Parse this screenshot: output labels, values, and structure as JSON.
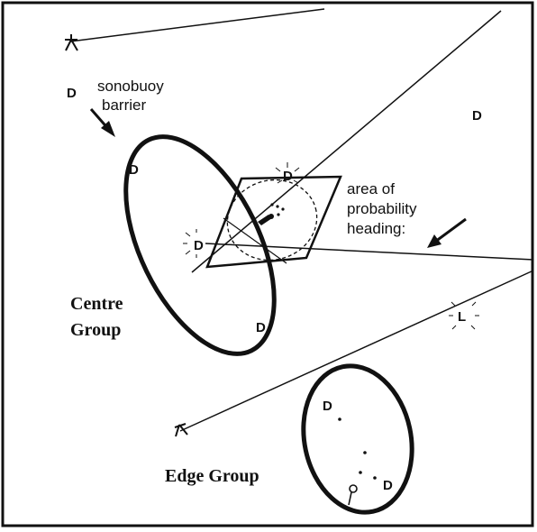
{
  "labels": {
    "sonobuoy_line1": "sonobuoy",
    "sonobuoy_line2": "barrier",
    "area_line1": "area of",
    "area_line2": "probability",
    "area_line3": "heading:",
    "centre_line1": "Centre",
    "centre_line2": "Group",
    "edge_group": "Edge Group"
  },
  "symbols": {
    "sonobuoy": "D",
    "sensor": "L"
  },
  "colors": {
    "ink": "#111111",
    "background": "#ffffff"
  }
}
